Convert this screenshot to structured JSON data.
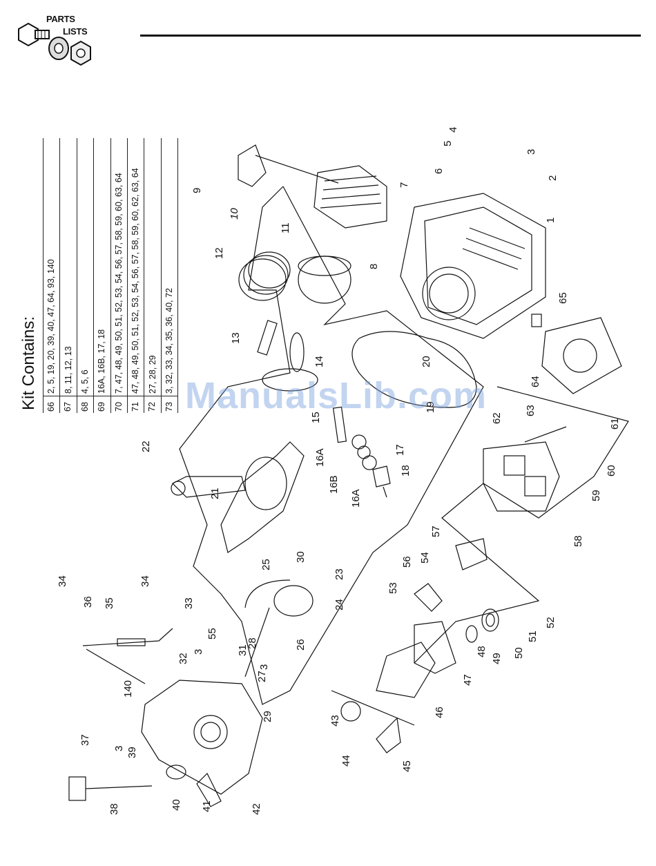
{
  "header": {
    "logo_line1": "PARTS",
    "logo_line2": "LISTS"
  },
  "kit": {
    "title": "Kit Contains:",
    "rows": [
      {
        "kit": "66",
        "parts": "2, 5, 19, 20, 39, 40, 47, 64, 93, 140"
      },
      {
        "kit": "67",
        "parts": "8, 11, 12, 13"
      },
      {
        "kit": "68",
        "parts": "4, 5, 6"
      },
      {
        "kit": "69",
        "parts": "16A, 16B, 17, 18"
      },
      {
        "kit": "70",
        "parts": "7, 47, 48, 49, 50, 51, 52, 53, 54, 56, 57, 58, 59, 60, 63, 64"
      },
      {
        "kit": "71",
        "parts": "47, 48, 49, 50, 51, 52, 53, 54, 56, 57, 58, 59, 60, 62, 63, 64"
      },
      {
        "kit": "72",
        "parts": "27, 28, 29"
      },
      {
        "kit": "73",
        "parts": "3, 32, 33, 34, 35, 36, 40, 72"
      }
    ]
  },
  "callouts": [
    "1",
    "2",
    "3",
    "3",
    "3",
    "3",
    "4",
    "5",
    "6",
    "7",
    "8",
    "9",
    "10",
    "11",
    "12",
    "13",
    "14",
    "15",
    "16A",
    "16B",
    "16A",
    "17",
    "18",
    "19",
    "20",
    "21",
    "22",
    "23",
    "24",
    "25",
    "26",
    "27",
    "28",
    "29",
    "30",
    "31",
    "32",
    "33",
    "34",
    "34",
    "35",
    "36",
    "37",
    "38",
    "39",
    "40",
    "41",
    "42",
    "43",
    "44",
    "45",
    "46",
    "47",
    "48",
    "49",
    "50",
    "51",
    "52",
    "53",
    "54",
    "55",
    "56",
    "57",
    "58",
    "59",
    "60",
    "61",
    "62",
    "63",
    "64",
    "65",
    "140"
  ],
  "watermark": "ManualsLib.com"
}
